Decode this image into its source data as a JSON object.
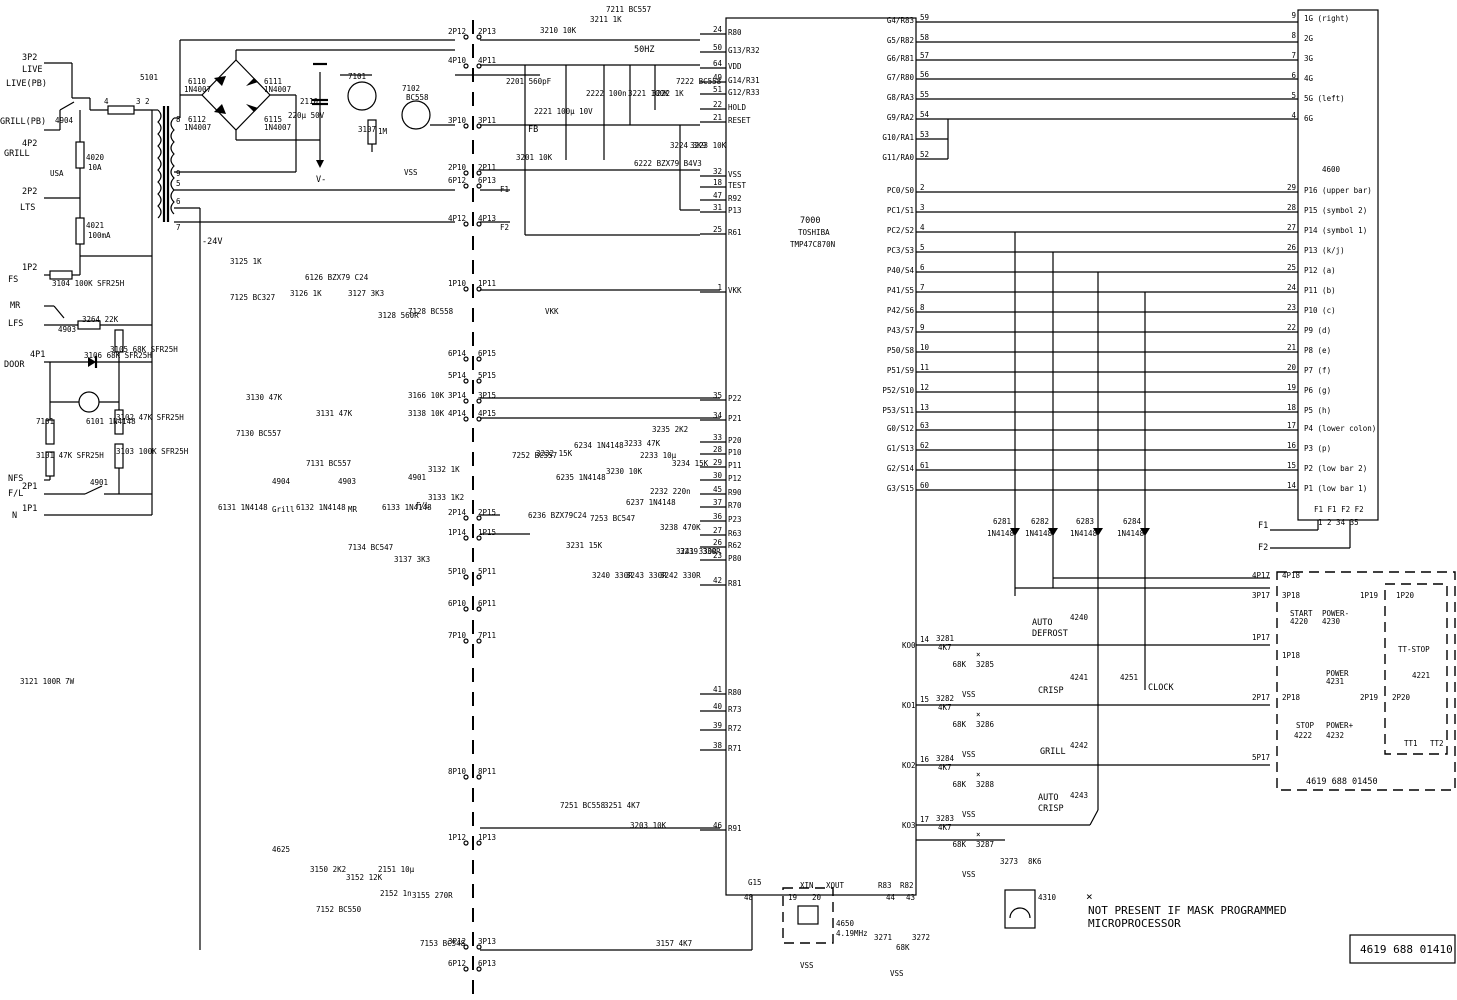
{
  "connectors_left": [
    "3P2",
    "LIVE",
    "LIVE(PB)",
    "GRILL(PB)",
    "4P2",
    "GRILL",
    "2P2",
    "LTS",
    "1P2",
    "FS",
    "MR",
    "LFS",
    "4P1",
    "DOOR",
    "NFS",
    "2P1",
    "F/L",
    "1P1",
    "N"
  ],
  "switches": [
    "4904",
    "4903",
    "4901"
  ],
  "transformer": {
    "ref": "5101",
    "pins": [
      "4",
      "3",
      "2",
      "8",
      "9",
      "5",
      "6",
      "7"
    ]
  },
  "fuses": [
    {
      "ref": "4020",
      "value": "10A"
    },
    {
      "ref": "4021",
      "value": "100mA"
    }
  ],
  "usa_label": "USA",
  "bridge": {
    "diodes": [
      "6110",
      "6111",
      "6112",
      "6115"
    ],
    "type": "1N4007"
  },
  "power": {
    "cap": "2110",
    "cap_v": "220μ 50V",
    "r": "3107",
    "r_v": "1M",
    "t1": "7101",
    "t2": "7102",
    "t2_type": "BC558"
  },
  "rail_labels": {
    "vminus": "V-",
    "vss": "VSS",
    "vkk": "VKK",
    "m24": "-24V",
    "fb": "FB",
    "hz": "50HZ",
    "f1": "F1",
    "f2": "F2"
  },
  "interboard": [
    [
      "2P12",
      "2P13"
    ],
    [
      "4P10",
      "4P11"
    ],
    [
      "3P10",
      "3P11"
    ],
    [
      "2P10",
      "2P11"
    ],
    [
      "6P12",
      "6P13"
    ],
    [
      "4P12",
      "4P13"
    ],
    [
      "1P10",
      "1P11"
    ],
    [
      "6P14",
      "6P15"
    ],
    [
      "5P14",
      "5P15"
    ],
    [
      "3P14",
      "3P15"
    ],
    [
      "4P14",
      "4P15"
    ],
    [
      "2P14",
      "2P15"
    ],
    [
      "1P14",
      "1P15"
    ],
    [
      "5P10",
      "5P11"
    ],
    [
      "6P10",
      "6P11"
    ],
    [
      "7P10",
      "7P11"
    ],
    [
      "8P10",
      "8P11"
    ],
    [
      "1P12",
      "1P13"
    ],
    [
      "3P12",
      "3P13"
    ],
    [
      "6P12",
      "6P13"
    ]
  ],
  "ic": {
    "ref": "7000",
    "maker": "TOSHIBA",
    "part": "TMP47C870N"
  },
  "ic_left_pins": [
    {
      "name": "R80",
      "num": "24"
    },
    {
      "name": "G13/R32",
      "num": "50"
    },
    {
      "name": "VDD",
      "num": "64"
    },
    {
      "name": "G14/R31",
      "num": "49"
    },
    {
      "name": "G12/R33",
      "num": "51"
    },
    {
      "name": "HOLD",
      "num": "22"
    },
    {
      "name": "RESET",
      "num": "21"
    },
    {
      "name": "VSS",
      "num": "32"
    },
    {
      "name": "TEST",
      "num": "18"
    },
    {
      "name": "R92",
      "num": "47"
    },
    {
      "name": "P13",
      "num": "31"
    },
    {
      "name": "R61",
      "num": "25"
    },
    {
      "name": "VKK",
      "num": "1"
    },
    {
      "name": "P22",
      "num": "35"
    },
    {
      "name": "P21",
      "num": "34"
    },
    {
      "name": "P20",
      "num": "33"
    },
    {
      "name": "P10",
      "num": "28"
    },
    {
      "name": "P11",
      "num": "29"
    },
    {
      "name": "P12",
      "num": "30"
    },
    {
      "name": "R90",
      "num": "45"
    },
    {
      "name": "R70",
      "num": "37"
    },
    {
      "name": "P23",
      "num": "36"
    },
    {
      "name": "R63",
      "num": "27"
    },
    {
      "name": "R62",
      "num": "26"
    },
    {
      "name": "P80",
      "num": "23"
    },
    {
      "name": "R81",
      "num": "42"
    },
    {
      "name": "R80",
      "num": "41"
    },
    {
      "name": "R73",
      "num": "40"
    },
    {
      "name": "R72",
      "num": "39"
    },
    {
      "name": "R71",
      "num": "38"
    },
    {
      "name": "R91",
      "num": "46"
    }
  ],
  "ic_bottom_pins": [
    {
      "name": "G15",
      "num": "48"
    },
    {
      "name": "XIN",
      "num": "19"
    },
    {
      "name": "XOUT",
      "num": "20"
    },
    {
      "name": "R83",
      "num": "44"
    },
    {
      "name": "R82",
      "num": "43"
    }
  ],
  "ic_right_pins": [
    {
      "name": "G4/R83",
      "num": "59"
    },
    {
      "name": "G5/R82",
      "num": "58"
    },
    {
      "name": "G6/R81",
      "num": "57"
    },
    {
      "name": "G7/R80",
      "num": "56"
    },
    {
      "name": "G8/RA3",
      "num": "55"
    },
    {
      "name": "G9/RA2",
      "num": "54"
    },
    {
      "name": "G10/RA1",
      "num": "53"
    },
    {
      "name": "G11/RA0",
      "num": "52"
    },
    {
      "name": "PC0/S0",
      "num": "2"
    },
    {
      "name": "PC1/S1",
      "num": "3"
    },
    {
      "name": "PC2/S2",
      "num": "4"
    },
    {
      "name": "PC3/S3",
      "num": "5"
    },
    {
      "name": "P40/S4",
      "num": "6"
    },
    {
      "name": "P41/S5",
      "num": "7"
    },
    {
      "name": "P42/S6",
      "num": "8"
    },
    {
      "name": "P43/S7",
      "num": "9"
    },
    {
      "name": "P50/S8",
      "num": "10"
    },
    {
      "name": "P51/S9",
      "num": "11"
    },
    {
      "name": "P52/S10",
      "num": "12"
    },
    {
      "name": "P53/S11",
      "num": "13"
    },
    {
      "name": "G0/S12",
      "num": "63"
    },
    {
      "name": "G1/S13",
      "num": "62"
    },
    {
      "name": "G2/S14",
      "num": "61"
    },
    {
      "name": "G3/S15",
      "num": "60"
    }
  ],
  "display": {
    "ref": "4600",
    "bottom": "F1 F1 F2 F2",
    "bottom_nums": "1 2 34 35"
  },
  "display_pins": [
    {
      "num": "9",
      "name": "1G (right)"
    },
    {
      "num": "8",
      "name": "2G"
    },
    {
      "num": "7",
      "name": "3G"
    },
    {
      "num": "6",
      "name": "4G"
    },
    {
      "num": "5",
      "name": "5G (left)"
    },
    {
      "num": "4",
      "name": "6G"
    },
    {
      "num": "29",
      "name": "P16 (upper bar)"
    },
    {
      "num": "28",
      "name": "P15 (symbol 2)"
    },
    {
      "num": "27",
      "name": "P14 (symbol 1)"
    },
    {
      "num": "26",
      "name": "P13 (k/j)"
    },
    {
      "num": "25",
      "name": "P12 (a)"
    },
    {
      "num": "24",
      "name": "P11 (b)"
    },
    {
      "num": "23",
      "name": "P10 (c)"
    },
    {
      "num": "22",
      "name": "P9 (d)"
    },
    {
      "num": "21",
      "name": "P8 (e)"
    },
    {
      "num": "20",
      "name": "P7 (f)"
    },
    {
      "num": "19",
      "name": "P6 (g)"
    },
    {
      "num": "18",
      "name": "P5 (h)"
    },
    {
      "num": "17",
      "name": "P4 (lower colon)"
    },
    {
      "num": "16",
      "name": "P3 (p)"
    },
    {
      "num": "15",
      "name": "P2 (low bar 2)"
    },
    {
      "num": "14",
      "name": "P1 (low bar 1)"
    }
  ],
  "key_diodes": [
    "6281",
    "6282",
    "6283",
    "6284"
  ],
  "diode_type": "1N4148",
  "key_inputs": [
    {
      "ko": "KO0",
      "pin": "14",
      "r": "3281",
      "rv": "4K7",
      "rp": "3285"
    },
    {
      "ko": "KO1",
      "pin": "15",
      "r": "3282",
      "rv": "4K7",
      "rp": "3286"
    },
    {
      "ko": "KO2",
      "pin": "16",
      "r": "3284",
      "rv": "4K7",
      "rp": "3288"
    },
    {
      "ko": "KO3",
      "pin": "17",
      "r": "3283",
      "rv": "4K7",
      "rp": "3287"
    }
  ],
  "pull_value": "68K",
  "keys": [
    {
      "ref": "4240",
      "name": "AUTO DEFROST"
    },
    {
      "ref": "4241",
      "name": "CRISP"
    },
    {
      "ref": "4251",
      "name": "CLOCK"
    },
    {
      "ref": "4242",
      "name": "GRILL"
    },
    {
      "ref": "4243",
      "name": "AUTO CRISP"
    }
  ],
  "keyboard": {
    "pins": [
      "4P17",
      "4P18",
      "3P17",
      "3P18",
      "1P17",
      "1P18",
      "1P19",
      "1P20",
      "2P17",
      "2P18",
      "2P19",
      "2P20",
      "5P17"
    ],
    "keys": [
      {
        "ref": "4220",
        "name": "START"
      },
      {
        "ref": "4230",
        "name": "POWER-"
      },
      {
        "ref": "4231",
        "name": "POWER"
      },
      {
        "ref": "4222",
        "name": "STOP"
      },
      {
        "ref": "4232",
        "name": "POWER+"
      },
      {
        "ref": "4221",
        "name": "TT-STOP"
      }
    ],
    "tt": [
      "TT1",
      "TT2"
    ],
    "code": "4619 688 01450"
  },
  "crystal": {
    "ref": "4650",
    "freq": "4.19MHz"
  },
  "encoder": {
    "ref": "4310",
    "r": "3273",
    "rv": "8K6",
    "r1": "3271",
    "r2": "3272",
    "rvv": "68K"
  },
  "note": {
    "mark": "×",
    "line1": "NOT PRESENT IF MASK PROGRAMMED",
    "line2": "MICROPROCESSOR"
  },
  "drawing_code": "4619 688 01410",
  "relay_refs": [
    "4904",
    "4903",
    "4901"
  ],
  "relay_labels": [
    "Grill",
    "MR",
    "F/L"
  ],
  "misc": [
    "3125 1K",
    "7125 BC327",
    "3126 1K",
    "3127 3K3",
    "3128 560R",
    "7128 BC558",
    "6126 BZX79 C24",
    "3130 47K",
    "7130 BC557",
    "3131 47K",
    "7131 BC557",
    "3166 10K",
    "3138 10K",
    "3132 1K",
    "3133 1K2",
    "6131 1N4148",
    "6132 1N4148",
    "6133 1N4148",
    "7134 BC547",
    "3137 3K3",
    "3235 2K2",
    "3232 15K",
    "6234 1N4148",
    "3233 47K",
    "2233 10μ",
    "3234 15K",
    "7252 BC557",
    "3230 10K",
    "6235 1N4148",
    "6236 BZX79C24",
    "2232 220n",
    "6237 1N4148",
    "7253 BC547",
    "3231 15K",
    "3238 470K",
    "3239 330R",
    "3240 330R",
    "3243 330R",
    "3242 330R",
    "3241 330R",
    "3210 10K",
    "3211 1K",
    "7211 BC557",
    "2201 560pF",
    "2221 100μ 10V",
    "2222 100n",
    "3221 100K",
    "3222 1K",
    "7222 BC558",
    "6222 BZX79 B4V3",
    "3224 3K9",
    "3223 10K",
    "3201 10K",
    "7251 BC558",
    "3251 4K7",
    "3203 10K",
    "4625",
    "3150 2K2",
    "7152 BC550",
    "3152 12K",
    "2151 10μ",
    "2152 1n",
    "3155 270R",
    "7153 BC548",
    "3157 4K7",
    "3264 22K",
    "3105 68K SFR25H",
    "3106 68K SFR25H",
    "6101 1N4148",
    "7101",
    "3101 47K SFR25H",
    "3102 47K SFR25H",
    "3103 100K SFR25H",
    "3104 100K SFR25H",
    "3121 100R 7W"
  ]
}
